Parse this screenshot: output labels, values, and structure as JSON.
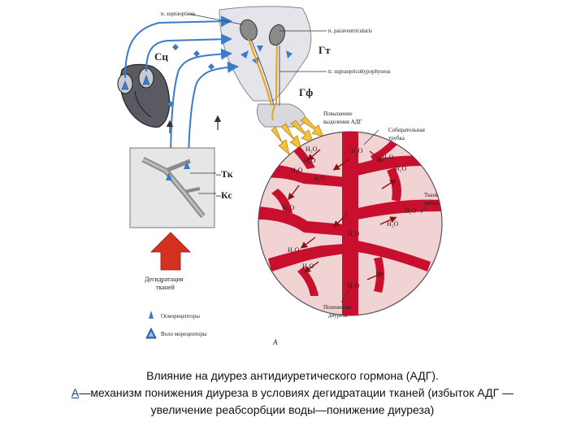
{
  "labels": {
    "n_supraopticus": "n. supraopticus",
    "n_paraventricularis": "n. paraventricularis",
    "sc": "Сц",
    "gt": "Гт",
    "tr_supraopticohypophyseus": "tr. supraopticohypophyseus",
    "gf": "Гф",
    "increase_adh_line1": "Повышение",
    "increase_adh_line2": "выделения АДГ",
    "collecting_tube_line1": "Собирательная",
    "collecting_tube_line2": "трубка",
    "tk": "–Тк",
    "ks": "–Кс",
    "kidney_tissue_line1": "Ткань",
    "kidney_tissue_line2": "почки",
    "dehydration_line1": "Дегидратация",
    "dehydration_line2": "тканей",
    "decrease_diuresis_line1": "Понижение",
    "decrease_diuresis_line2": "диуреза",
    "figure_letter": "А"
  },
  "h2o_label": "H₂O",
  "legend": {
    "osmoreceptors": "Осморецепторы",
    "voloreceptors": "Воло мореценторы"
  },
  "caption": {
    "line1": "Влияние на диурез антидиуретического гормона (АДГ).",
    "line2_marker": "А",
    "line2_rest": "—механизм понижения диуреза в условиях дегидратации тканей (избыток АДГ —",
    "line3": "увеличение реабсорбции воды—понижение диуреза)"
  },
  "colors": {
    "vessel_red": "#c8102e",
    "nerve_blue": "#3a7cc7",
    "adh_arrow": "#e8a317",
    "dehydration_arrow": "#d2321e",
    "tissue_pink": "#f1d3d3",
    "gray": "#8a8a8a"
  }
}
